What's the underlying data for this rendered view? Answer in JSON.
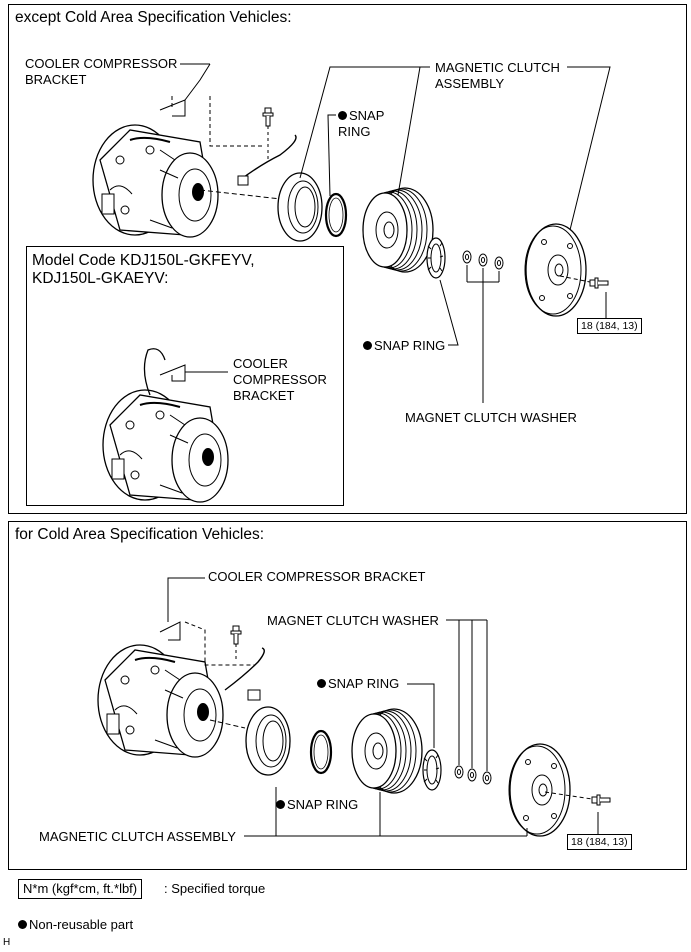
{
  "top_panel": {
    "title": "except Cold Area Specification Vehicles:",
    "cooler_bracket_label": "COOLER COMPRESSOR BRACKET",
    "magnetic_clutch_label": "MAGNETIC CLUTCH ASSEMBLY",
    "snap_ring_upper": "SNAP RING",
    "snap_ring_lower": "SNAP RING",
    "washer_label": "MAGNET CLUTCH WASHER",
    "torque": "18 (184, 13)",
    "inset": {
      "title": "Model Code KDJ150L-GKFEYV, KDJ150L-GKAEYV:",
      "bracket_label": "COOLER COMPRESSOR BRACKET"
    }
  },
  "bottom_panel": {
    "title": "for Cold Area Specification Vehicles:",
    "cooler_bracket_label": "COOLER COMPRESSOR BRACKET",
    "washer_label": "MAGNET CLUTCH WASHER",
    "snap_ring_upper": "SNAP RING",
    "snap_ring_lower": "SNAP RING",
    "magnetic_clutch_label": "MAGNETIC CLUTCH ASSEMBLY",
    "torque": "18 (184, 13)"
  },
  "legend": {
    "torque_unit": "N*m (kgf*cm, ft.*lbf)",
    "torque_text": ": Specified torque",
    "nonreusable_text": "Non-reusable part"
  },
  "corner_mark": "H"
}
